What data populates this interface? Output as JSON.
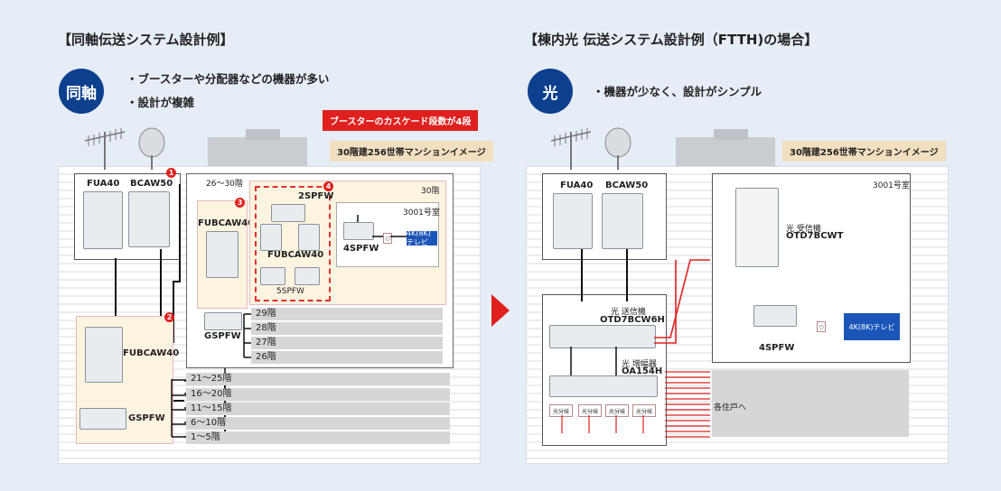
{
  "left": {
    "title": "【同軸伝送システム設計例】",
    "badge": "同軸",
    "bullets": [
      "・ブースターや分配器などの機器が多い",
      "・設計が複雑"
    ],
    "image_tag": "30階建256世帯マンションイメージ",
    "alert_tag": "ブースターのカスケード段数が4段",
    "labels": {
      "fua40": "FUA40",
      "bcaw50": "BCAW50",
      "floors_range": "26〜30階",
      "fubcaw40_upper": "FUBCAW40",
      "floor30": "30階",
      "spfw2": "2SPFW",
      "room": "3001号室",
      "spfw4": "4SPFW",
      "fubcaw40_inner": "FUBCAW40",
      "spfw5": "5SPFW",
      "gspfw_upper": "GSPFW",
      "fubcaw40_lower": "FUBCAW40",
      "gspfw_lower": "GSPFW",
      "tv": "4K(8K)テレビ"
    },
    "markers": [
      "1",
      "2",
      "3",
      "4"
    ],
    "upper_floors": [
      "29階",
      "28階",
      "27階",
      "26階"
    ],
    "lower_floors": [
      "21〜25階",
      "16〜20階",
      "11〜15階",
      "6〜10階",
      "1〜5階"
    ]
  },
  "right": {
    "title": "【棟内光 伝送システム設計例（FTTH)の場合】",
    "badge": "光",
    "bullets": [
      "・機器が少なく、設計がシンプル"
    ],
    "image_tag": "30階建256世帯マンションイメージ",
    "labels": {
      "fua40": "FUA40",
      "bcaw50": "BCAW50",
      "room": "3001号室",
      "receiver_caption": "光 受信機",
      "receiver_model": "OTD7BCWT",
      "transmitter_caption": "光 送信機",
      "transmitter_model": "OTD7BCW6H",
      "amp_caption": "光 増幅器",
      "amp_model": "OA154H",
      "spfw4": "4SPFW",
      "tv": "4K(8K)テレビ",
      "residences": "各住戸へ"
    },
    "splitters": [
      "光分岐",
      "光分岐",
      "光分岐",
      "光分岐"
    ]
  },
  "colors": {
    "accent": "#0d3f8f",
    "alert": "#e0201f",
    "fiber": "#e0201f"
  }
}
